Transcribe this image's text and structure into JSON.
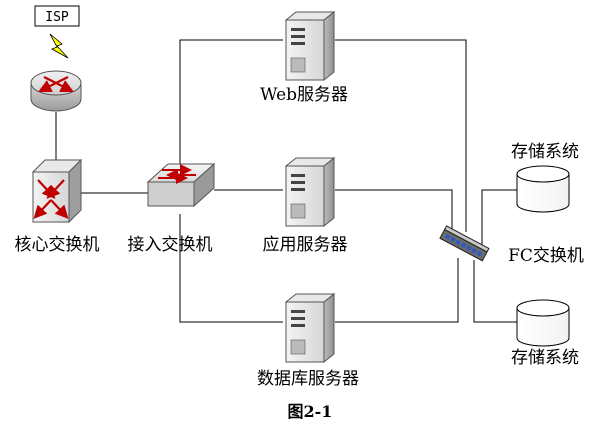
{
  "diagram": {
    "isp": "ISP",
    "core_switch": "核心交换机",
    "access_switch": "接入交换机",
    "web_server": "Web服务器",
    "app_server": "应用服务器",
    "db_server": "数据库服务器",
    "storage_top": "存储系统",
    "storage_bottom": "存储系统",
    "fc_switch": "FC交换机",
    "caption": "图2-1"
  }
}
